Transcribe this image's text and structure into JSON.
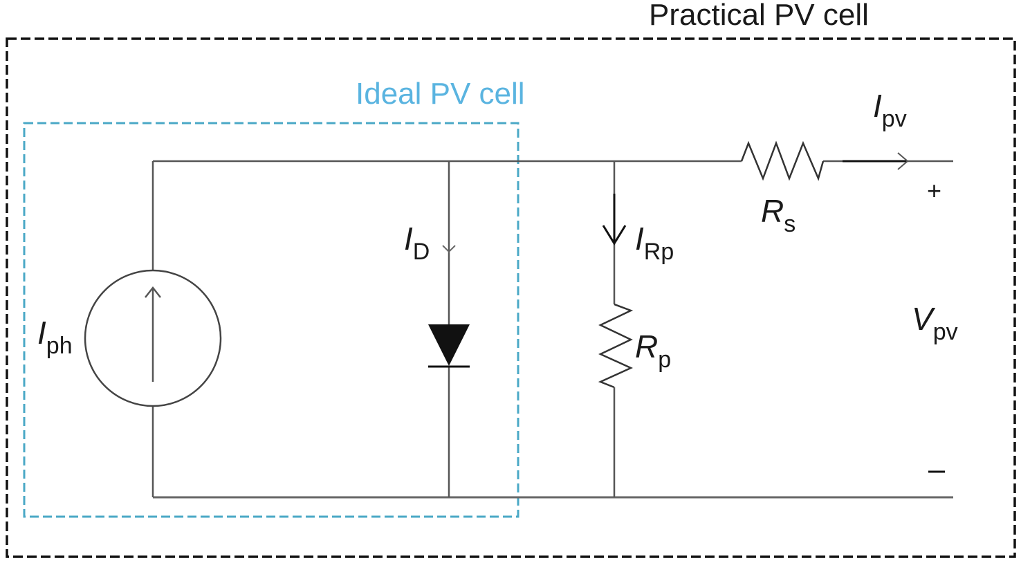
{
  "diagram": {
    "title_outer": "Practical PV cell",
    "title_inner": "Ideal PV cell",
    "colors": {
      "outer_box": "#111111",
      "inner_box": "#4aa8c6",
      "inner_title": "#5ab4e0",
      "wire": "#555555",
      "text": "#1a1a1a"
    },
    "components": {
      "current_source": {
        "symbol": "I",
        "subscript": "ph"
      },
      "diode_current": {
        "symbol": "I",
        "subscript": "D"
      },
      "shunt_current": {
        "symbol": "I",
        "subscript": "Rp"
      },
      "shunt_resistor": {
        "symbol": "R",
        "subscript": "p"
      },
      "series_resistor": {
        "symbol": "R",
        "subscript": "s"
      },
      "output_current": {
        "symbol": "I",
        "subscript": "pv"
      },
      "output_voltage": {
        "symbol": "V",
        "subscript": "pv"
      }
    },
    "terminals": {
      "positive": "+",
      "negative": "–"
    }
  }
}
